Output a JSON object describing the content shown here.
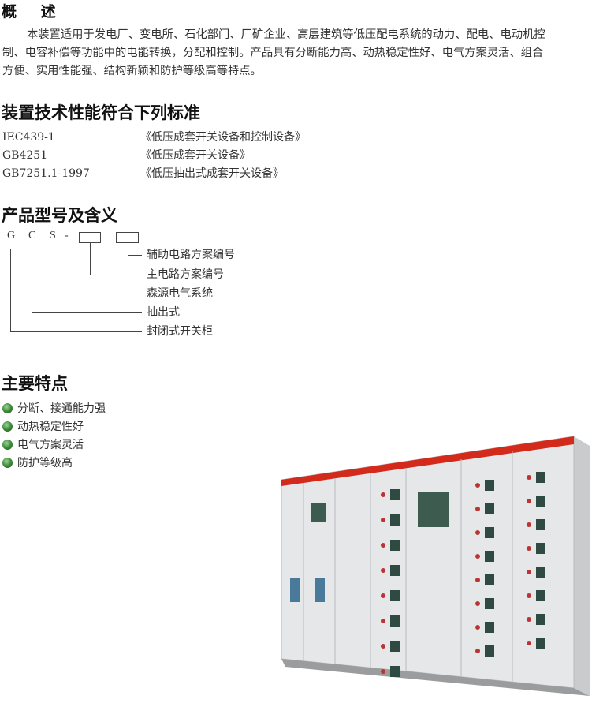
{
  "overview": {
    "title": "概 述",
    "text": "本装置适用于发电厂、变电所、石化部门、厂矿企业、高层建筑等低压配电系统的动力、配电、电动机控制、电容补偿等功能中的电能转换，分配和控制。产品具有分断能力高、动热稳定性好、电气方案灵活、组合方便、实用性能强、结构新颖和防护等级高等特点。"
  },
  "standards": {
    "title": "装置技术性能符合下列标准",
    "items": [
      {
        "code": "IEC439-1",
        "name": "《低压成套开关设备和控制设备》"
      },
      {
        "code": "GB4251",
        "name": "《低压成套开关设备》"
      },
      {
        "code": "GB7251.1-1997",
        "name": "《低压抽出式成套开关设备》"
      }
    ]
  },
  "model": {
    "title": "产品型号及含义",
    "letters": [
      "G",
      "C",
      "S",
      "-"
    ],
    "labels": [
      "辅助电路方案编号",
      "主电路方案编号",
      "森源电气系统",
      "抽出式",
      "封闭式开关柜"
    ]
  },
  "features": {
    "title": "主要特点",
    "items": [
      "分断、接通能力强",
      "动热稳定性好",
      "电气方案灵活",
      "防护等级高"
    ]
  },
  "colors": {
    "bullet": "#3e8e3a",
    "cabinet_stripe": "#d42a1c",
    "cabinet_body": "#e4e6e8"
  }
}
